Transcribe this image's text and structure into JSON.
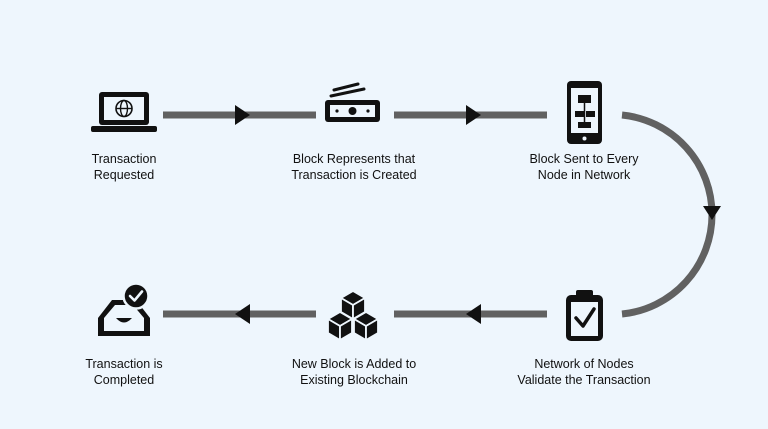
{
  "colors": {
    "background": "#eef6fd",
    "connector": "#616161",
    "arrowhead": "#111111",
    "icon": "#111111"
  },
  "steps": [
    {
      "label": "Transaction\nRequested",
      "icon": "laptop-globe-icon"
    },
    {
      "label": "Block Represents that\nTransaction is Created",
      "icon": "block-card-icon"
    },
    {
      "label": "Block Sent to Every\nNode in Network",
      "icon": "phone-network-icon"
    },
    {
      "label": "Network of Nodes\nValidate the Transaction",
      "icon": "clipboard-check-icon"
    },
    {
      "label": "New Block is Added to\nExisting Blockchain",
      "icon": "cubes-stack-icon"
    },
    {
      "label": "Transaction is\nCompleted",
      "icon": "inbox-check-icon"
    }
  ]
}
